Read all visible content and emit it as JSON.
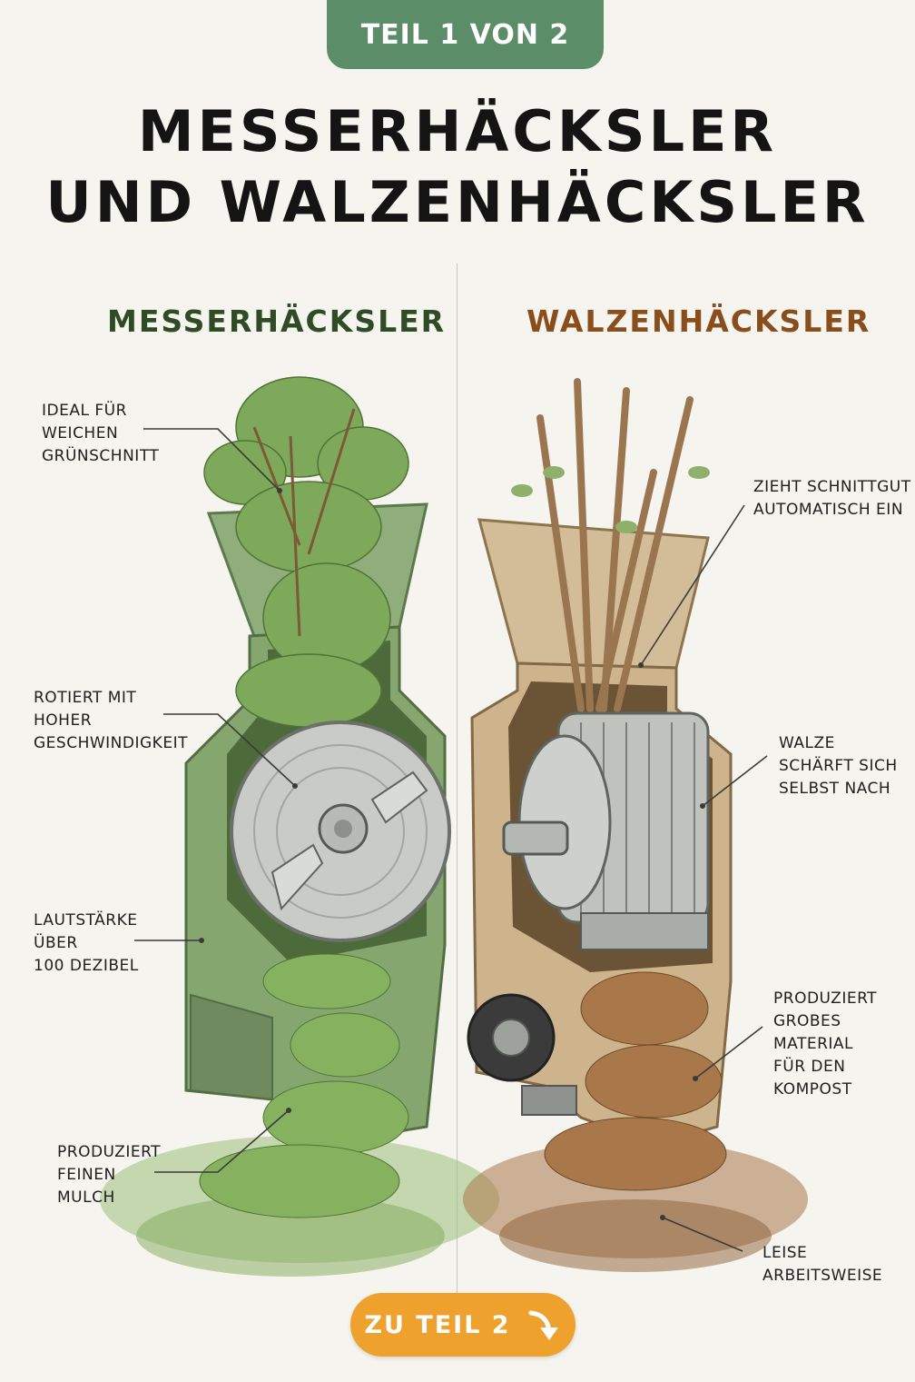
{
  "header": {
    "badge": "TEIL 1 VON 2",
    "title_line1": "MESSERHÄCKSLER",
    "title_line2": "UND WALZENHÄCKSLER"
  },
  "left": {
    "heading": "MESSERHÄCKSLER",
    "labels": [
      "IDEAL FÜR\nWEICHEN\nGRÜNSCHNITT",
      "ROTIERT MIT\nHOHER\nGESCHWINDIGKEIT",
      "LAUTSTÄRKE\nÜBER\n100 DEZIBEL",
      "PRODUZIERT\nFEINEN\nMULCH"
    ]
  },
  "right": {
    "heading": "WALZENHÄCKSLER",
    "labels": [
      "ZIEHT SCHNITTGUT\nAUTOMATISCH EIN",
      "WALZE\nSCHÄRFT SICH\nSELBST NACH",
      "PRODUZIERT\nGROBES MATERIAL\nFÜR DEN\nKOMPOST",
      "LEISE\nARBEITSWEISE"
    ]
  },
  "cta": {
    "label": "ZU TEIL 2",
    "icon": "arrow-down-right-icon"
  },
  "colors": {
    "badge": "#5b8d69",
    "left_heading": "#2f4c26",
    "right_heading": "#8a4e1c",
    "cta": "#eea12d"
  }
}
